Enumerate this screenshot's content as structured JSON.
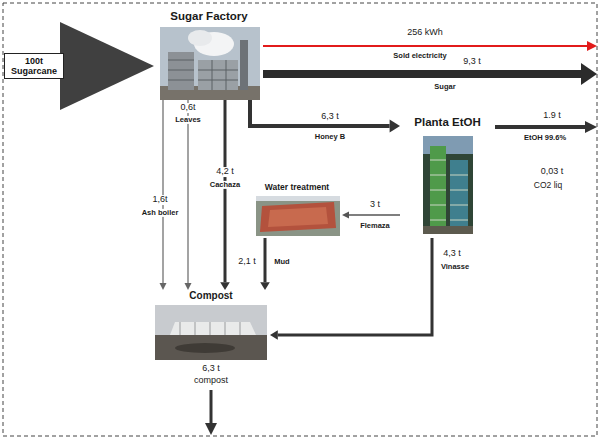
{
  "diagram": {
    "nodes": [
      {
        "text": [
          "100t Sugarcane"
        ]
      },
      {
        "text": [
          "Sugar Factory"
        ]
      },
      {
        "text": [
          "Planta EtOH"
        ]
      },
      {
        "text": [
          "Water treatment"
        ]
      },
      {
        "text": [
          "Compost"
        ]
      }
    ],
    "edges": [
      {
        "from": 1,
        "to": 2,
        "arrow": "to",
        "label": "6,3 t"
      },
      {
        "from": 1,
        "to": 4,
        "arrow": "to",
        "label": "1,6t"
      },
      {
        "from": 1,
        "to": 4,
        "arrow": "to",
        "label": "0,6t"
      },
      {
        "from": 1,
        "to": 4,
        "arrow": "to",
        "label": "4,2 t"
      },
      {
        "from": 2,
        "to": 3,
        "arrow": "to",
        "label": "3 t"
      },
      {
        "from": 3,
        "to": 4,
        "arrow": "to",
        "label": "2,1 t"
      },
      {
        "from": 2,
        "to": 4,
        "arrow": "to",
        "label": "4,3 t"
      }
    ],
    "labels": [
      "256 kWh",
      "Sold electricity",
      "9,3 t",
      "Sugar",
      "Honey B",
      "1.9 t",
      "EtOH 99.6%",
      "0,03 t",
      "CO2 liq",
      "Leaves",
      "Ash boiler",
      "Cachaza",
      "Flemaza",
      "Mud",
      "Vinasse",
      "6,3 t",
      "compost"
    ]
  }
}
